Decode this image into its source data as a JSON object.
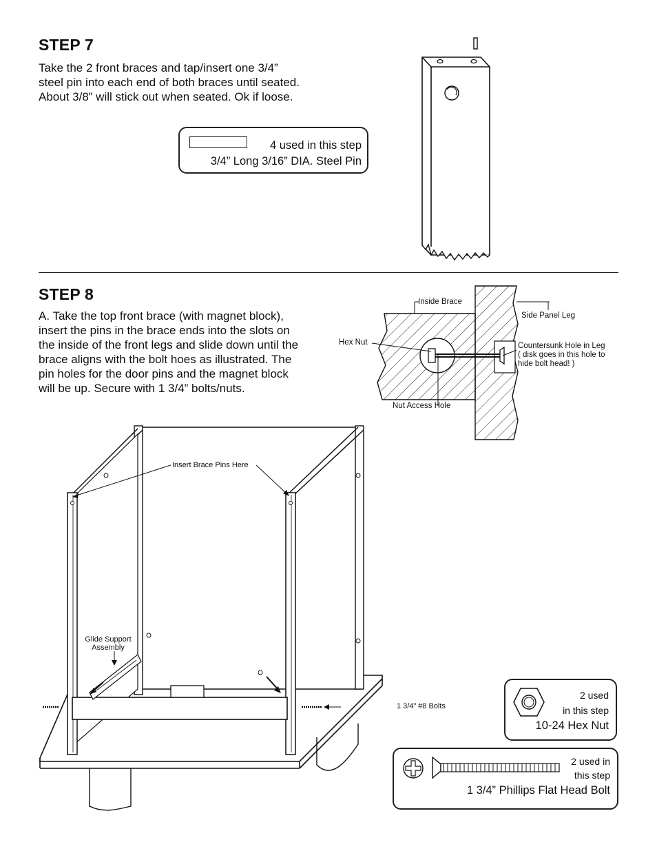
{
  "step7": {
    "title": "STEP 7",
    "text_lines": [
      "Take the 2 front braces and tap/insert one 3/4”",
      "steel pin into each end of both braces until seated.",
      "About 3/8” will stick out when seated. Ok if loose."
    ],
    "part": {
      "count_label": "4 used in this step",
      "name": "3/4” Long 3/16” DIA. Steel Pin"
    }
  },
  "step8": {
    "title": "STEP 8",
    "text_lines": [
      "A. Take the top front brace (with magnet block),",
      "insert the pins in the brace ends into the slots on",
      "the inside of the front legs and slide down until the",
      "brace aligns with the bolt hoes as illustrated. The",
      "pin holes for the door pins and the magnet block",
      "will be up. Secure with 1 3/4” bolts/nuts."
    ],
    "detail_labels": {
      "inside_brace": "Inside Brace",
      "side_panel_leg": "Side Panel Leg",
      "hex_nut": "Hex Nut",
      "countersunk_lines": [
        "Countersunk Hole in Leg",
        "( disk goes in this hole to",
        "hide bolt head! )"
      ],
      "nut_access_hole": "Nut Access Hole"
    },
    "cabinet_labels": {
      "insert_pins": "Insert Brace Pins Here",
      "glide_support_lines": [
        "Glide Support",
        "Assembly"
      ],
      "bolts": "1 3/4” #8 Bolts"
    },
    "hex_nut_box": {
      "count_lines": [
        "2 used",
        "in this step"
      ],
      "name": "10-24 Hex Nut"
    },
    "bolt_box": {
      "count_lines": [
        "2 used in",
        "this step"
      ],
      "name": "1 3/4” Phillips Flat Head Bolt"
    }
  }
}
